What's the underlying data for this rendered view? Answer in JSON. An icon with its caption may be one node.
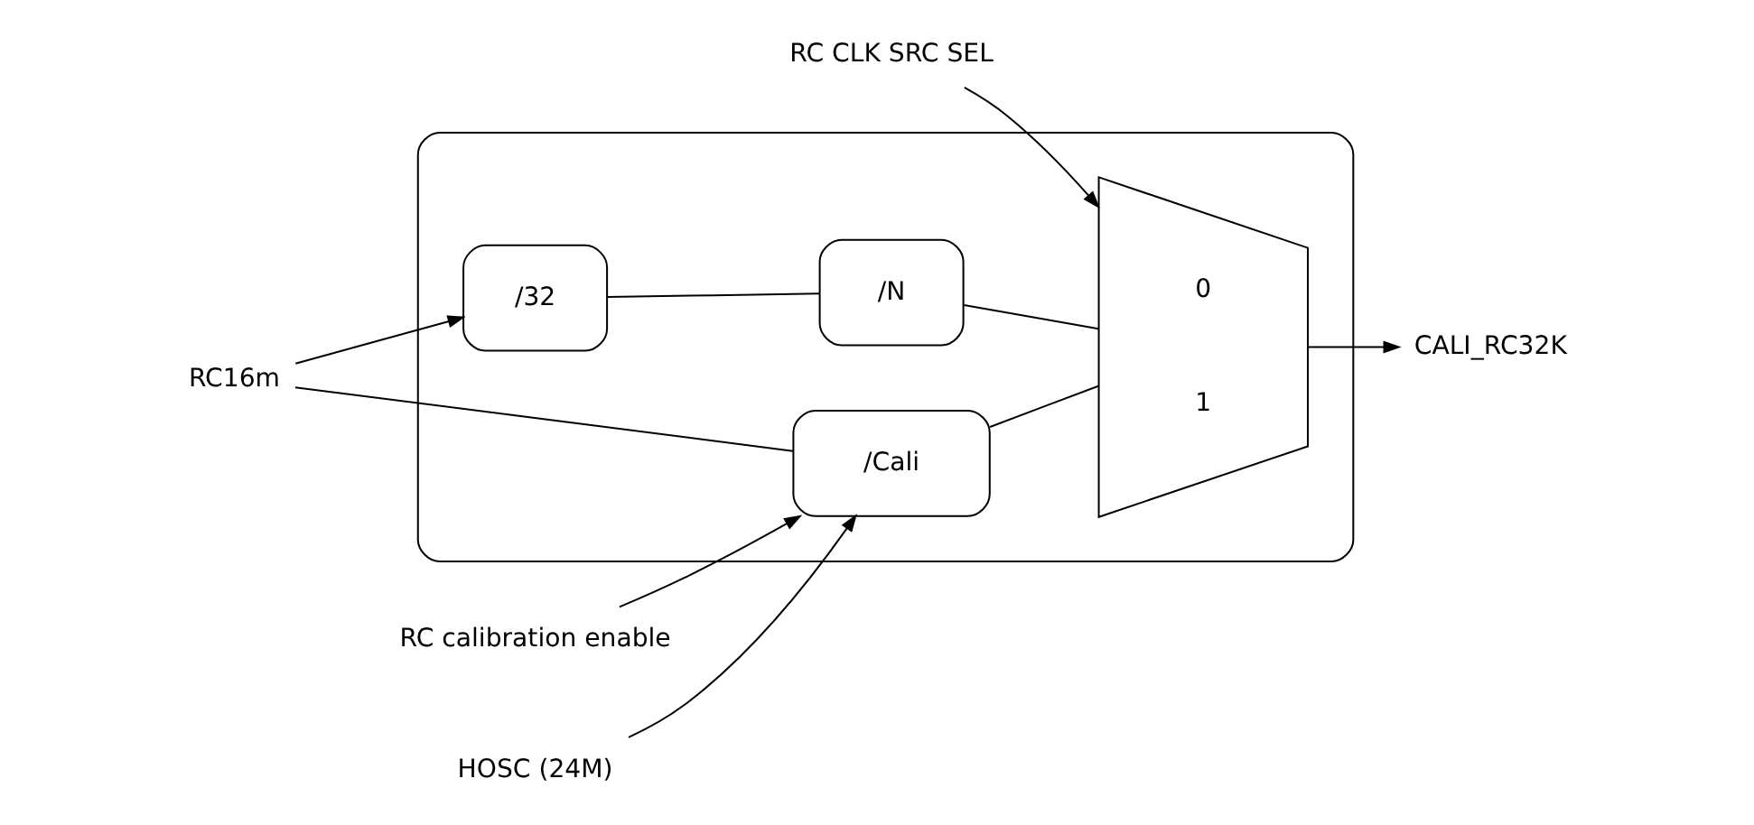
{
  "diagram": {
    "nodes": [
      {
        "text": [],
        "shape": "box"
      },
      {
        "text": [
          "RC16m"
        ]
      },
      {
        "text": [
          "/32"
        ],
        "in": 0
      },
      {
        "text": [
          "/N"
        ],
        "in": 0
      },
      {
        "text": [
          "/Cali"
        ],
        "in": 0
      },
      {
        "text": [
          "0",
          "1"
        ],
        "in": 0
      },
      {
        "text": [
          "RC CLK SRC SEL"
        ]
      },
      {
        "text": [
          "CALI_RC32K"
        ]
      },
      {
        "text": [
          "RC calibration enable"
        ]
      },
      {
        "text": [
          "HOSC (24M)"
        ]
      }
    ],
    "edges": [
      {
        "from": 1,
        "to": 2,
        "arrow": "to"
      },
      {
        "from": 2,
        "to": 3,
        "arrow": "none"
      },
      {
        "from": 3,
        "to": 5,
        "arrow": "none"
      },
      {
        "from": 1,
        "to": 4,
        "arrow": "none"
      },
      {
        "from": 4,
        "to": 5,
        "arrow": "none"
      },
      {
        "from": 6,
        "to": 5,
        "arrow": "to"
      },
      {
        "from": 5,
        "to": 7,
        "arrow": "to"
      },
      {
        "from": 8,
        "to": 4,
        "arrow": "to"
      },
      {
        "from": 9,
        "to": 4,
        "arrow": "to"
      }
    ]
  }
}
